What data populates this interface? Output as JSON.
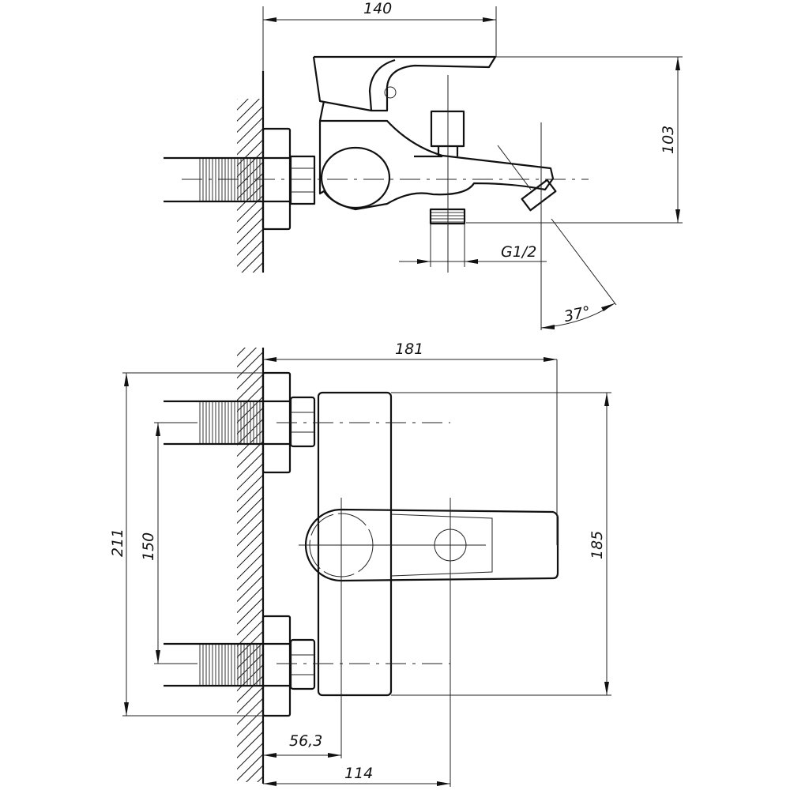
{
  "drawing": {
    "top_view": {
      "dim_width": "140",
      "dim_height": "103",
      "dim_outlet_thread": "G1/2",
      "dim_spout_angle": "37°"
    },
    "front_view": {
      "dim_depth": "181",
      "dim_flange_span": "211",
      "dim_center_distance": "150",
      "dim_body_height": "185",
      "dim_handle_axis": "56,3",
      "dim_knob_axis": "114"
    }
  }
}
